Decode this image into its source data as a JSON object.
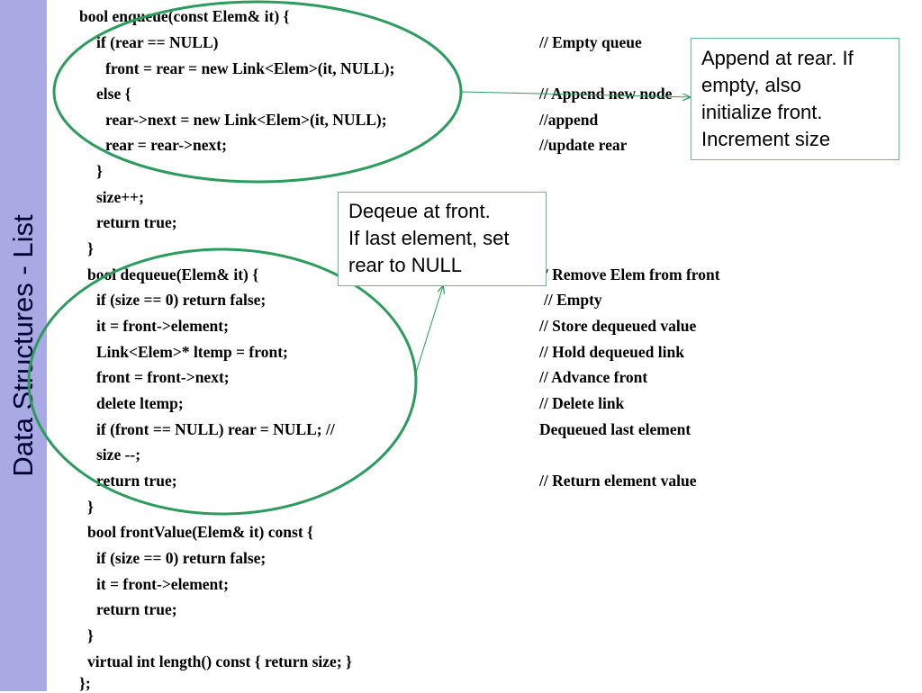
{
  "sidebar": {
    "title": "Data Structures - List"
  },
  "code_lines": [
    "bool enqueue(const Elem& it) {",
    "if (rear == NULL)",
    "front = rear = new Link<Elem>(it, NULL);",
    "else {",
    "rear->next = new Link<Elem>(it, NULL);",
    "rear = rear->next;",
    "}",
    "size++;",
    "return true;",
    "}",
    "bool dequeue(Elem& it) {",
    "if (size == 0) return false;",
    "it = front->element;",
    "Link<Elem>* ltemp = front;",
    "front = front->next;",
    "delete ltemp;",
    "if (front == NULL) rear = NULL; //",
    "size --;",
    "return true;",
    "}",
    "bool frontValue(Elem& it) const {",
    "if (size == 0) return false;",
    "it = front->element;",
    "return true;",
    "}",
    "virtual int length() const { return size; }",
    "};"
  ],
  "comments": [
    "// Empty queue",
    "// Append new node",
    "//append",
    "//update rear",
    "// Remove Elem from front",
    "// Empty",
    "// Store dequeued value",
    "// Hold dequeued link",
    "// Advance front",
    "// Delete link",
    "Dequeued last element",
    "// Return element value"
  ],
  "callouts": {
    "enqueue": [
      "Append at rear.  If",
      "empty, also",
      "initialize front.",
      "Increment size"
    ],
    "dequeue": [
      "Deqeue at front.",
      "If last element, set",
      "rear to NULL"
    ]
  },
  "colors": {
    "sidebar": "#a9a9e3",
    "ellipse": "#2a9d5c",
    "callout_border": "#5fbf8a"
  }
}
